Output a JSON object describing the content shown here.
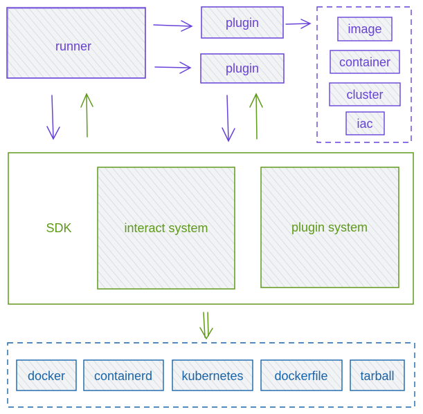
{
  "colors": {
    "purple": "#6741d9",
    "green": "#5f9a1a",
    "blue": "#1864ab",
    "hatch_fill": "#e9ecef",
    "hatch_line": "#ced4da"
  },
  "nodes": {
    "runner": "runner",
    "plugin_top": "plugin",
    "plugin_bottom": "plugin",
    "plugin_types": [
      "image",
      "container",
      "cluster",
      "iac"
    ],
    "sdk": "SDK",
    "interact_system": "interact system",
    "plugin_system": "plugin system",
    "backends": [
      "docker",
      "containerd",
      "kubernetes",
      "dockerfile",
      "tarball"
    ]
  }
}
